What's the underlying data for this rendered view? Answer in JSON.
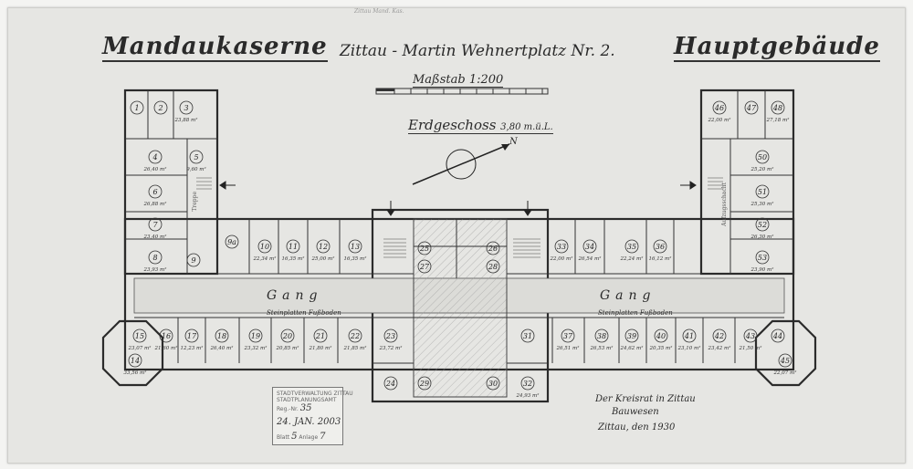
{
  "header": {
    "title_left": "Mandaukaserne",
    "title_mid": "Zittau - Martin Wehnertplatz Nr. 2.",
    "title_right": "Hauptgebäude",
    "top_note": "Zittau Mand. Kas."
  },
  "scale": {
    "label": "Maßstab 1:200"
  },
  "storey": {
    "label": "Erdgeschoss",
    "elevation": "3,80 m.ü.L."
  },
  "north_label": "N",
  "corridor": {
    "label": "Gang",
    "floor_note": "Steinplatten Fußboden"
  },
  "wing_labels": {
    "left": "Treppe",
    "right": "Aufzugsschacht"
  },
  "stamp": {
    "line1": "STADTVERWALTUNG ZITTAU",
    "line2": "STADTPLANUNGSAMT",
    "no_label": "Reg.-Nr.",
    "no_value": "35",
    "date": "24. JAN. 2003",
    "sheet_label": "Blatt",
    "sheet_value": "5",
    "of_label": "Anlage",
    "of_value": "7"
  },
  "signature": {
    "line1": "Der Kreisrat in Zittau",
    "line2": "Bauwesen",
    "line3": "Zittau, den 1930"
  },
  "rooms": [
    {
      "n": "1",
      "area": ""
    },
    {
      "n": "2",
      "area": ""
    },
    {
      "n": "3",
      "area": "23,88 m²"
    },
    {
      "n": "4",
      "area": "26,40 m²"
    },
    {
      "n": "5",
      "area": "9,60 m²"
    },
    {
      "n": "6",
      "area": "26,88 m²"
    },
    {
      "n": "7",
      "area": "23,40 m²"
    },
    {
      "n": "8",
      "area": "23,93 m²"
    },
    {
      "n": "9",
      "area": ""
    },
    {
      "n": "9a",
      "area": ""
    },
    {
      "n": "10",
      "area": "22,34 m²"
    },
    {
      "n": "11",
      "area": "16,35 m²"
    },
    {
      "n": "12",
      "area": "25,00 m²"
    },
    {
      "n": "13",
      "area": "16,35 m²"
    },
    {
      "n": "14",
      "area": "33,56 m²"
    },
    {
      "n": "15",
      "area": "23,07 m²"
    },
    {
      "n": "16",
      "area": "21,60 m²"
    },
    {
      "n": "17",
      "area": "12,23 m²"
    },
    {
      "n": "18",
      "area": "26,40 m²"
    },
    {
      "n": "19",
      "area": "23,32 m²"
    },
    {
      "n": "20",
      "area": "20,85 m²"
    },
    {
      "n": "21",
      "area": "21,80 m²"
    },
    {
      "n": "22",
      "area": "21,85 m²"
    },
    {
      "n": "23",
      "area": "23,72 m²"
    },
    {
      "n": "24",
      "area": ""
    },
    {
      "n": "25",
      "area": ""
    },
    {
      "n": "26",
      "area": ""
    },
    {
      "n": "27",
      "area": ""
    },
    {
      "n": "28",
      "area": ""
    },
    {
      "n": "29",
      "area": ""
    },
    {
      "n": "30",
      "area": ""
    },
    {
      "n": "31",
      "area": ""
    },
    {
      "n": "32",
      "area": "24,93 m²"
    },
    {
      "n": "33",
      "area": "22,00 m²"
    },
    {
      "n": "34",
      "area": "26,54 m²"
    },
    {
      "n": "35",
      "area": "22,24 m²"
    },
    {
      "n": "36",
      "area": "16,12 m²"
    },
    {
      "n": "37",
      "area": "26,51 m²"
    },
    {
      "n": "38",
      "area": "26,53 m²"
    },
    {
      "n": "39",
      "area": "24,62 m²"
    },
    {
      "n": "40",
      "area": "20,35 m²"
    },
    {
      "n": "41",
      "area": "23,10 m²"
    },
    {
      "n": "42",
      "area": "23,42 m²"
    },
    {
      "n": "43",
      "area": "21,50 m²"
    },
    {
      "n": "44",
      "area": ""
    },
    {
      "n": "45",
      "area": "22,07 m²"
    },
    {
      "n": "46",
      "area": "22,00 m²"
    },
    {
      "n": "47",
      "area": ""
    },
    {
      "n": "48",
      "area": "27,18 m²"
    },
    {
      "n": "50",
      "area": "25,20 m²"
    },
    {
      "n": "51",
      "area": "25,30 m²"
    },
    {
      "n": "52",
      "area": "26,30 m²"
    },
    {
      "n": "53",
      "area": "23,90 m²"
    }
  ]
}
